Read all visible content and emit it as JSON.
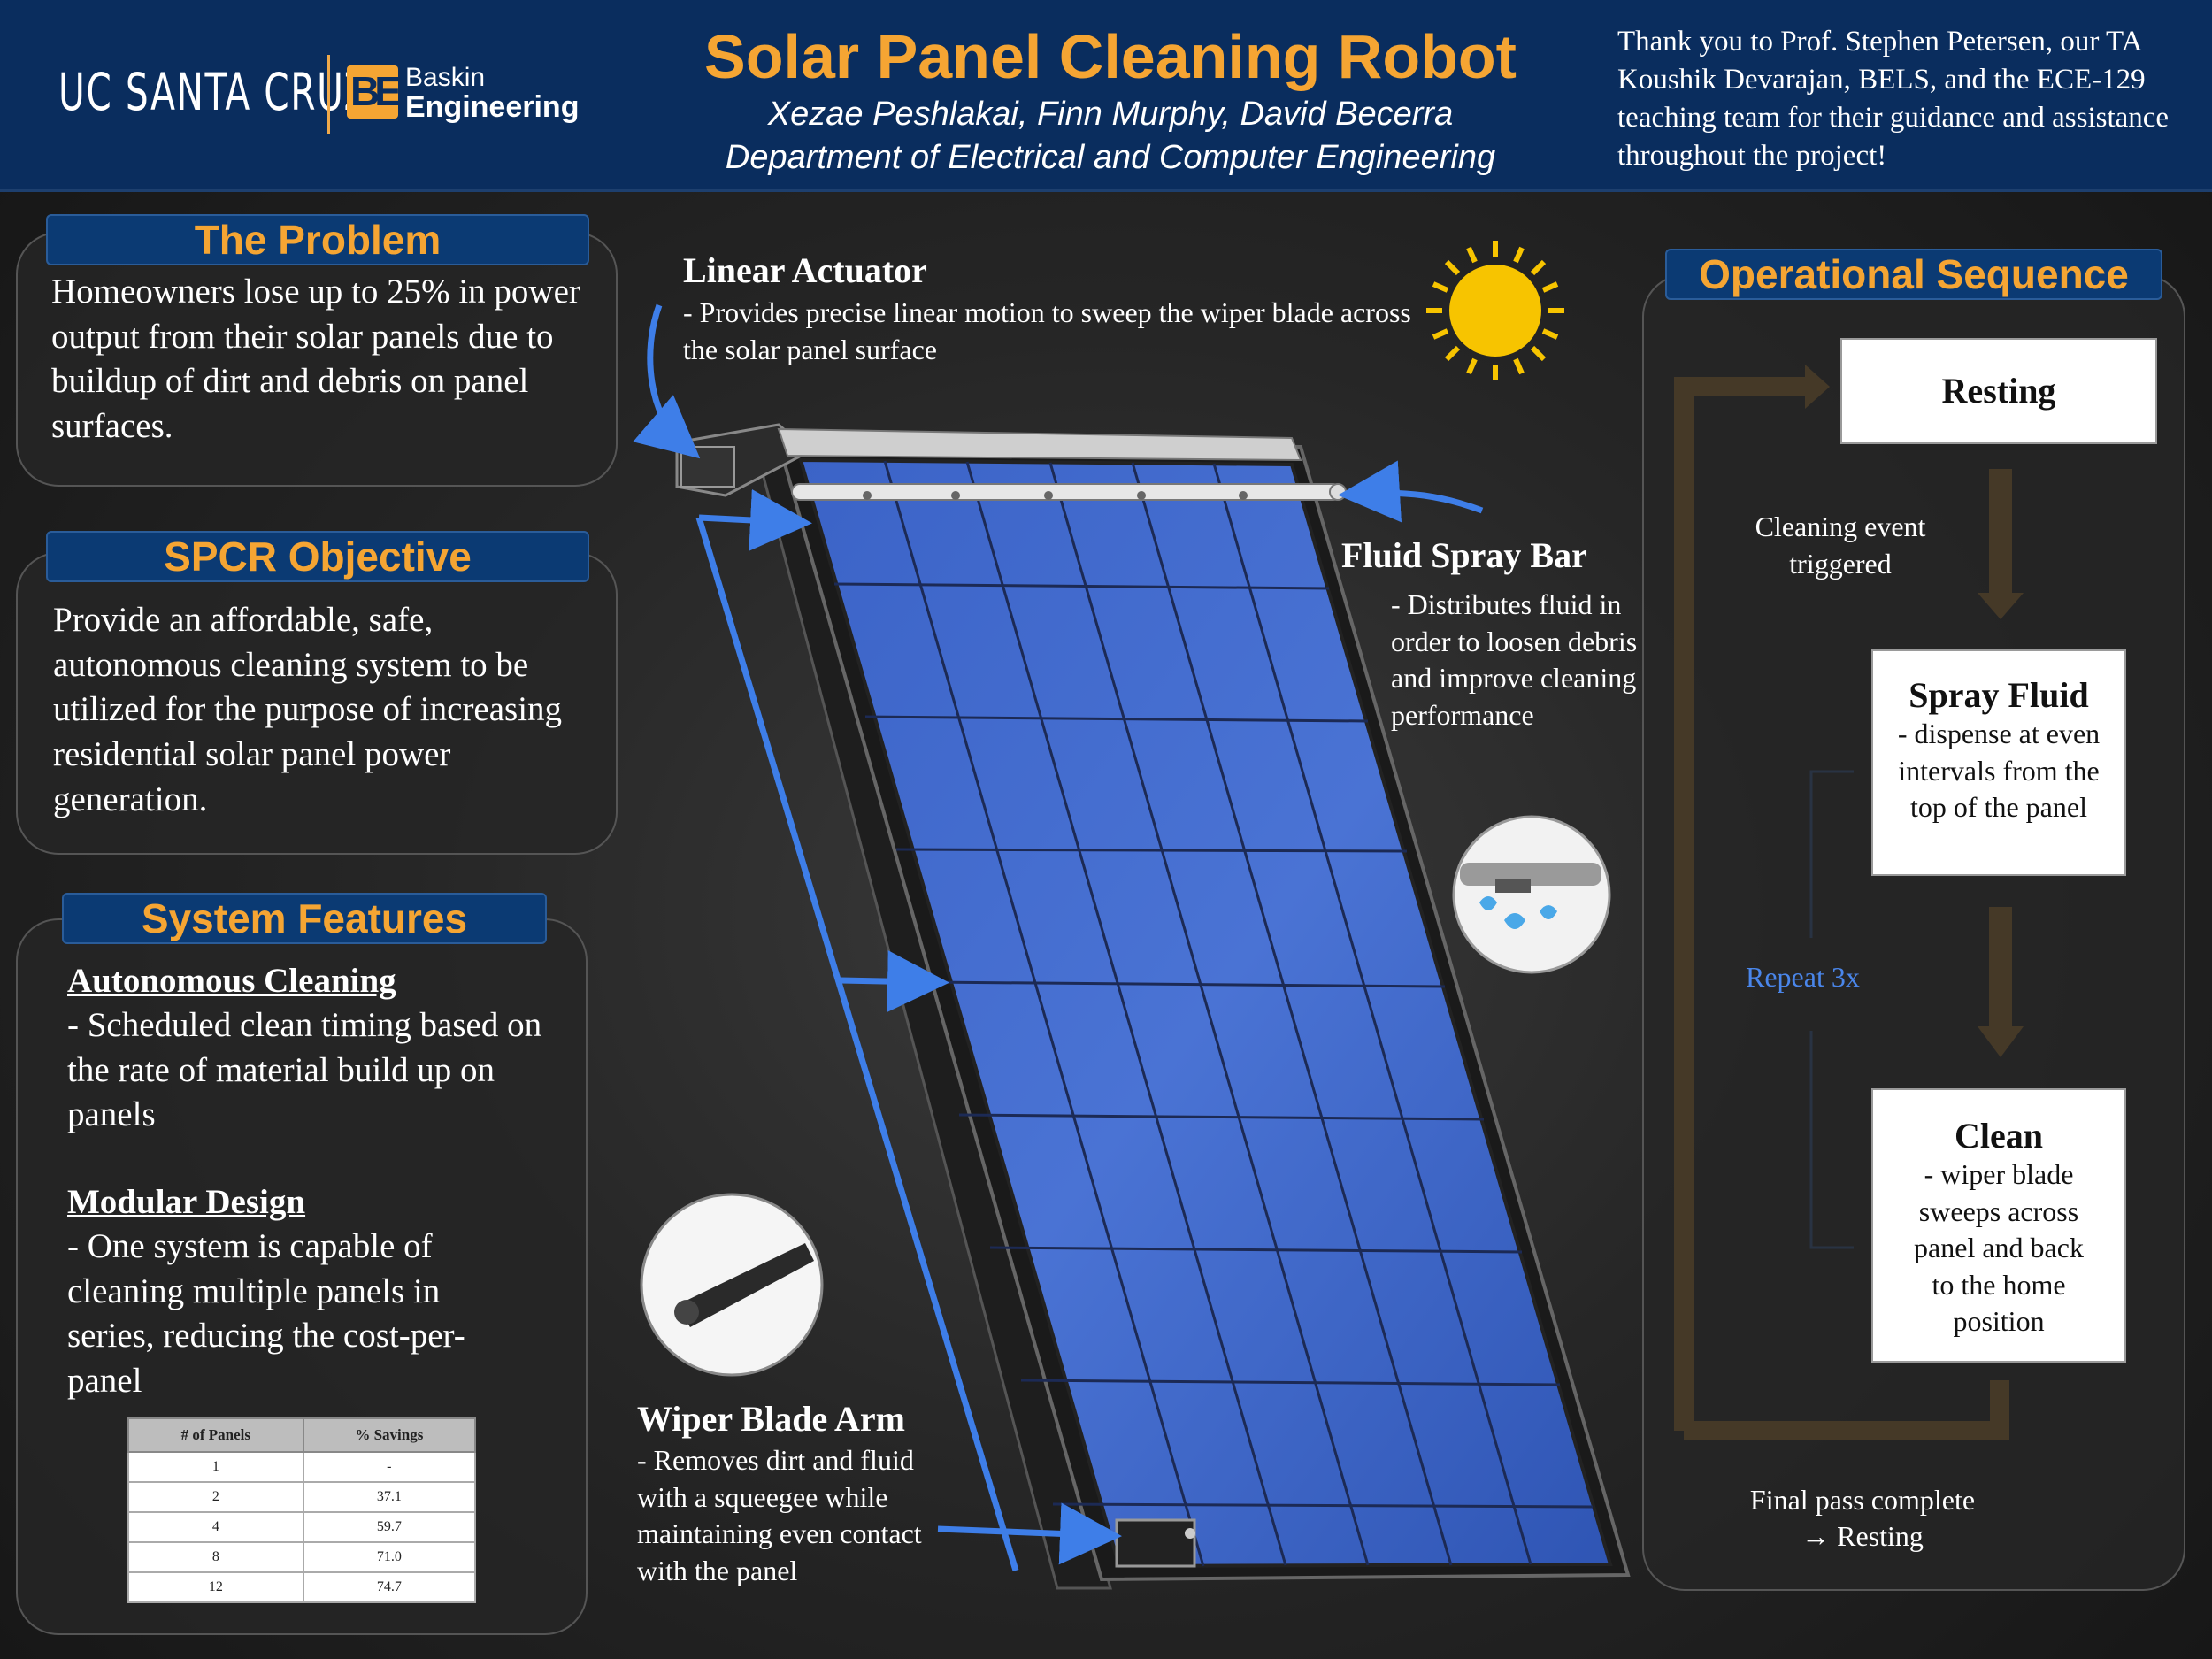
{
  "header": {
    "logo_ucsc": "UC SANTA CRUZ",
    "logo_be_mark": "BE",
    "logo_baskin": "Baskin",
    "logo_engineering": "Engineering",
    "title": "Solar Panel Cleaning Robot",
    "authors": "Xezae Peshlakai, Finn Murphy, David Becerra",
    "department": "Department of Electrical and Computer Engineering",
    "acknowledgement": "Thank you to Prof. Stephen Petersen, our TA Koushik Devarajan, BELS, and the ECE-129 teaching team for their guidance and assistance throughout the project!"
  },
  "problem": {
    "title": "The Problem",
    "text": "Homeowners lose up to 25% in power output from their solar panels due to buildup of dirt and debris on panel surfaces."
  },
  "objective": {
    "title": "SPCR Objective",
    "text": "Provide an affordable, safe, autonomous cleaning system to be utilized for the purpose of increasing residential solar panel power generation."
  },
  "features": {
    "title": "System Features",
    "items": [
      {
        "heading": "Autonomous Cleaning",
        "text": "- Scheduled clean timing based on the rate of material build up on panels"
      },
      {
        "heading": "Modular Design",
        "text": "- One system is capable of cleaning multiple panels in series, reducing the cost-per-panel"
      }
    ],
    "table": {
      "headers": [
        "# of Panels",
        "% Savings"
      ],
      "rows": [
        [
          "1",
          "-"
        ],
        [
          "2",
          "37.1"
        ],
        [
          "4",
          "59.7"
        ],
        [
          "8",
          "71.0"
        ],
        [
          "12",
          "74.7"
        ]
      ]
    }
  },
  "components": {
    "actuator": {
      "title": "Linear Actuator",
      "text": "- Provides precise linear motion to sweep the wiper blade across the solar panel surface"
    },
    "spray": {
      "title": "Fluid Spray Bar",
      "text": "-  Distributes fluid in order to loosen debris and improve cleaning performance"
    },
    "wiper": {
      "title": "Wiper Blade Arm",
      "text": "- Removes dirt and fluid with a squeegee while maintaining even contact with the panel"
    }
  },
  "sequence": {
    "title": "Operational Sequence",
    "steps": [
      {
        "title": "Resting",
        "text": ""
      },
      {
        "title": "Spray Fluid",
        "text": "- dispense at even intervals from the top of the panel"
      },
      {
        "title": "Clean",
        "text": "- wiper blade sweeps across panel and back to the home position"
      }
    ],
    "trigger_note": "Cleaning event triggered",
    "repeat_note": "Repeat 3x",
    "final_note_1": "Final pass complete",
    "final_note_2": "→ Resting"
  },
  "colors": {
    "header_bg": "#0a2d5e",
    "accent_orange": "#f5a533",
    "arrow_blue": "#3e7ee8",
    "panel_blue": "#3b63c7"
  },
  "icons": [
    "sun-icon",
    "spray-nozzle-icon",
    "wiper-blade-icon"
  ]
}
